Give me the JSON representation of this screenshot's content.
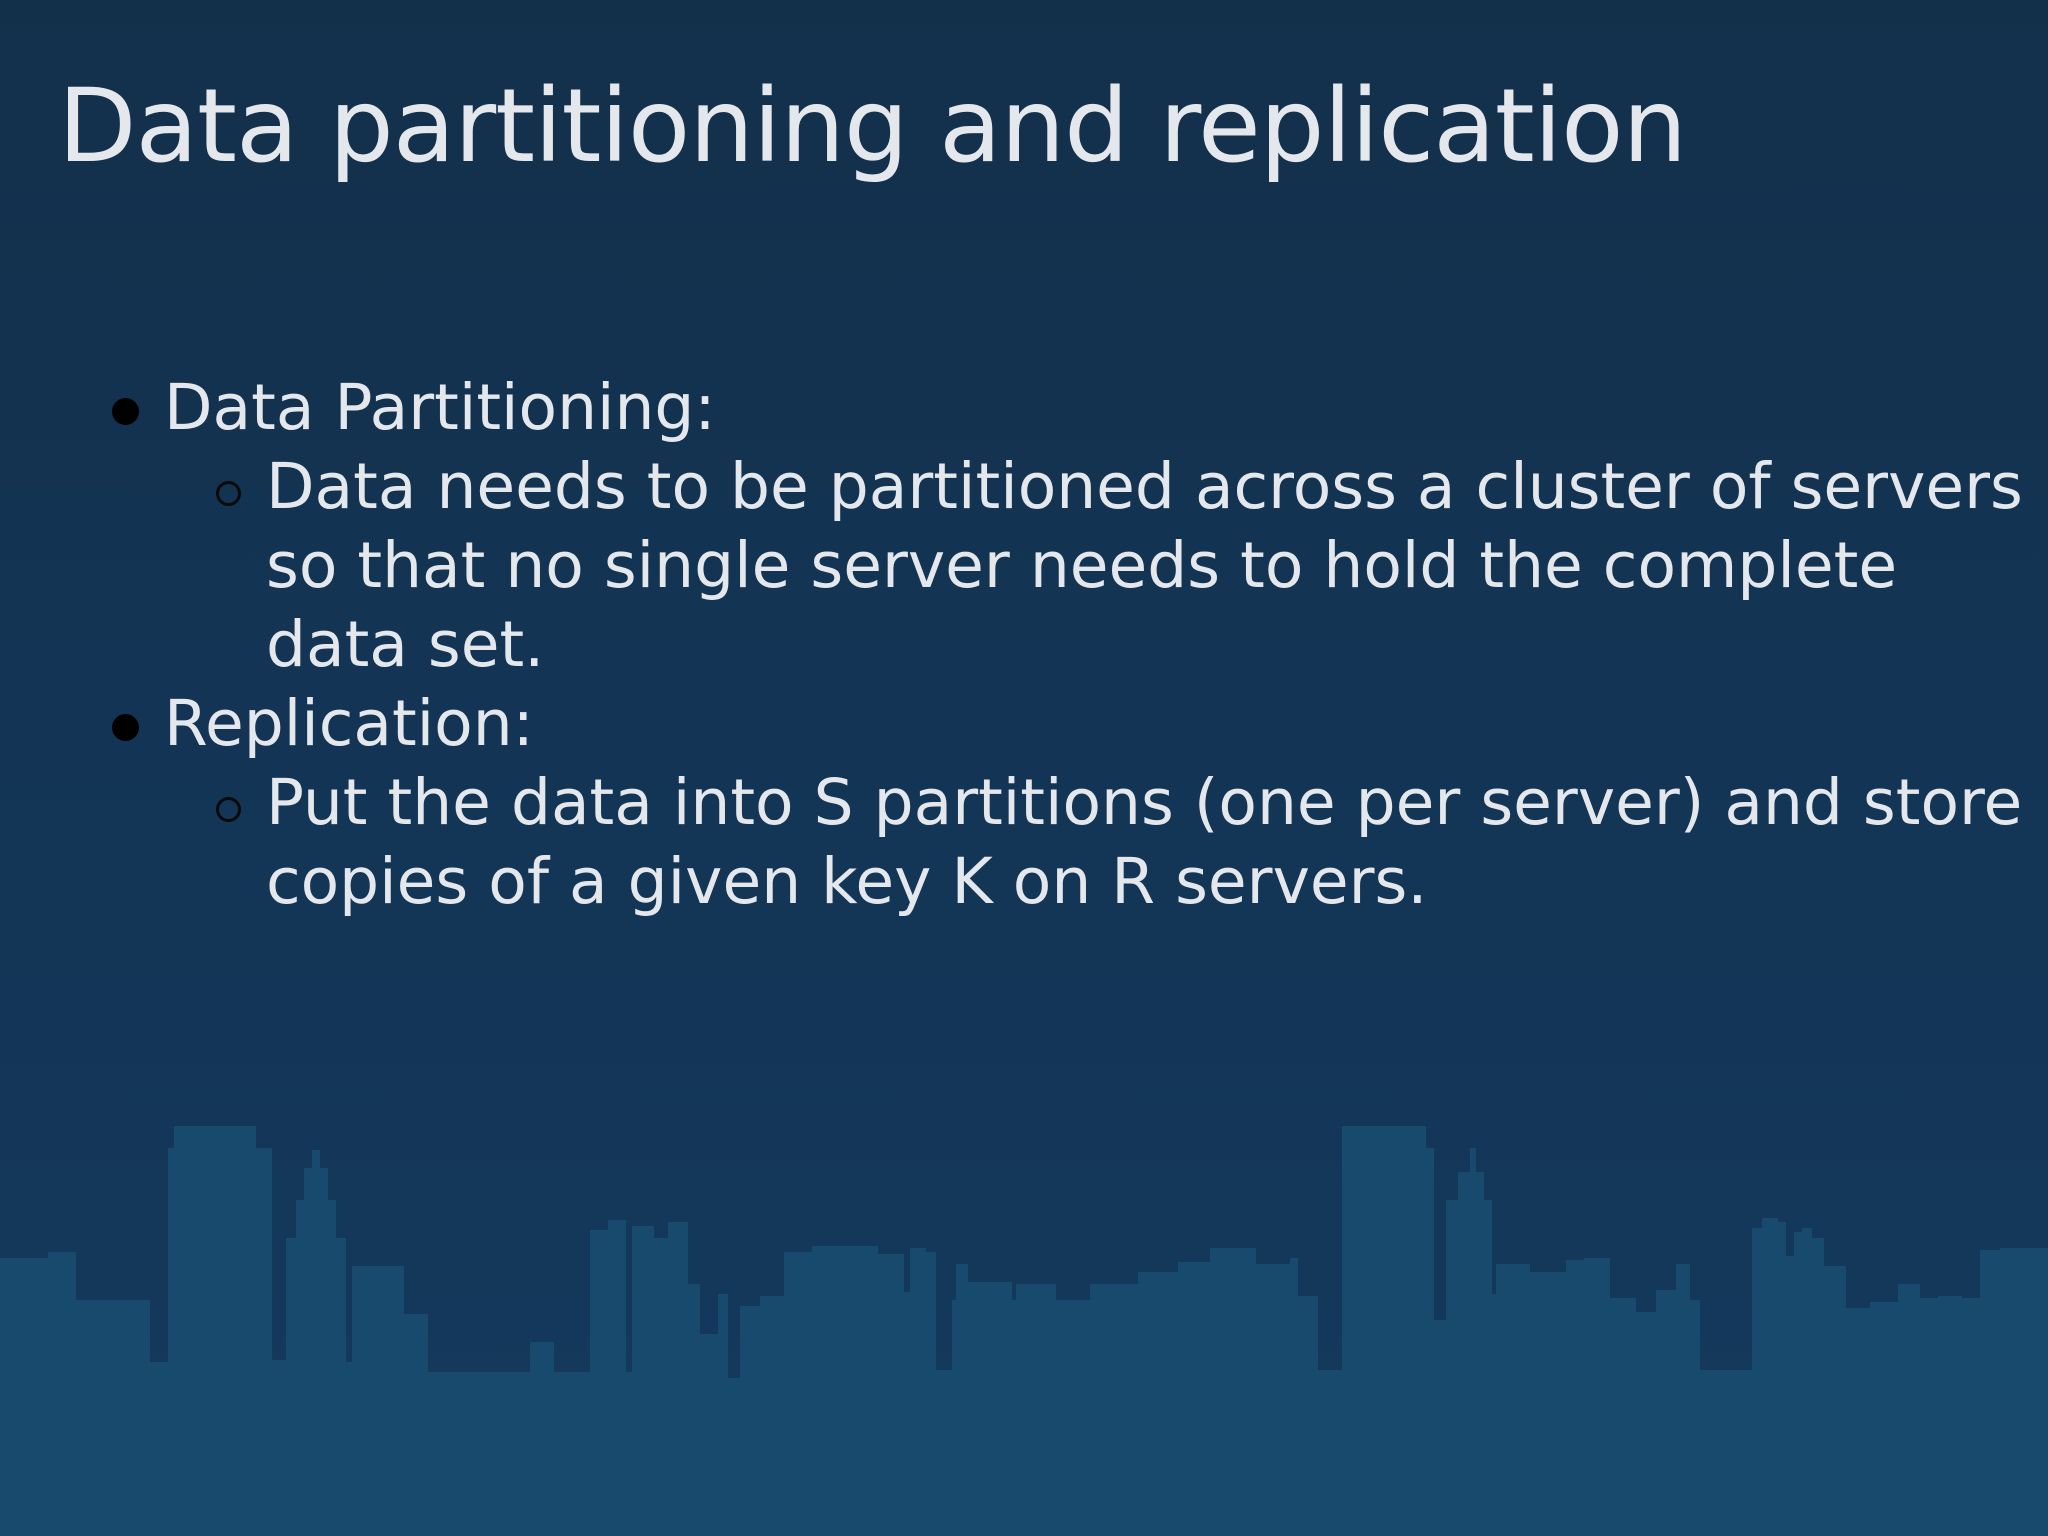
{
  "slide": {
    "title": "Data partitioning and replication",
    "bullets": [
      {
        "label": "Data Partitioning:",
        "subitems": [
          {
            "lines": [
              "Data needs to be partitioned across a cluster of servers",
              "so that no single server needs to hold the complete",
              "data set."
            ]
          }
        ]
      },
      {
        "label": "Replication:",
        "subitems": [
          {
            "lines": [
              "Put the data into S partitions (one per server) and store",
              "copies of a given key K on R servers."
            ]
          }
        ]
      }
    ]
  },
  "theme": {
    "background": "#133556",
    "text": "#e4e7eb",
    "skyline": "#174a6c",
    "bullet": "#000000"
  },
  "icons": {
    "primary_bullet": "filled-circle",
    "secondary_bullet": "hollow-circle",
    "background_art": "city-skyline"
  }
}
